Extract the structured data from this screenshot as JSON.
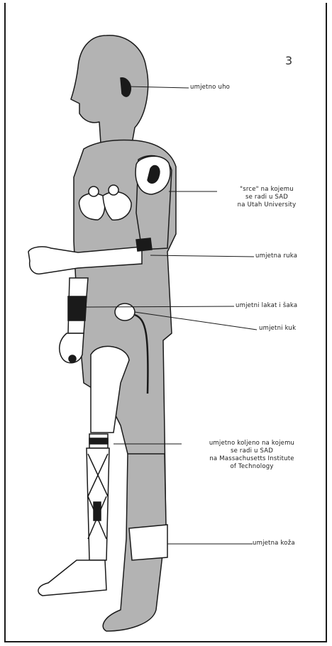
{
  "figure": {
    "number": "3",
    "labels": {
      "ear": "umjetno uho",
      "heart_line1": "\"srce\" na kojemu",
      "heart_line2": "se radi u SAD",
      "heart_line3": "na Utah University",
      "arm": "umjetna ruka",
      "elbow_hand": "umjetni lakat i šaka",
      "hip": "umjetni kuk",
      "knee_line1": "umjetno koljeno na kojemu",
      "knee_line2": "se radi u SAD",
      "knee_line3": "na Massachusetts Institute",
      "knee_line4": "of Technology",
      "skin": "umjetna koža"
    }
  },
  "colors": {
    "body_fill": "#b3b3b3",
    "outline": "#1a1a1a",
    "prosthesis_fill": "#ffffff",
    "background": "#ffffff"
  }
}
